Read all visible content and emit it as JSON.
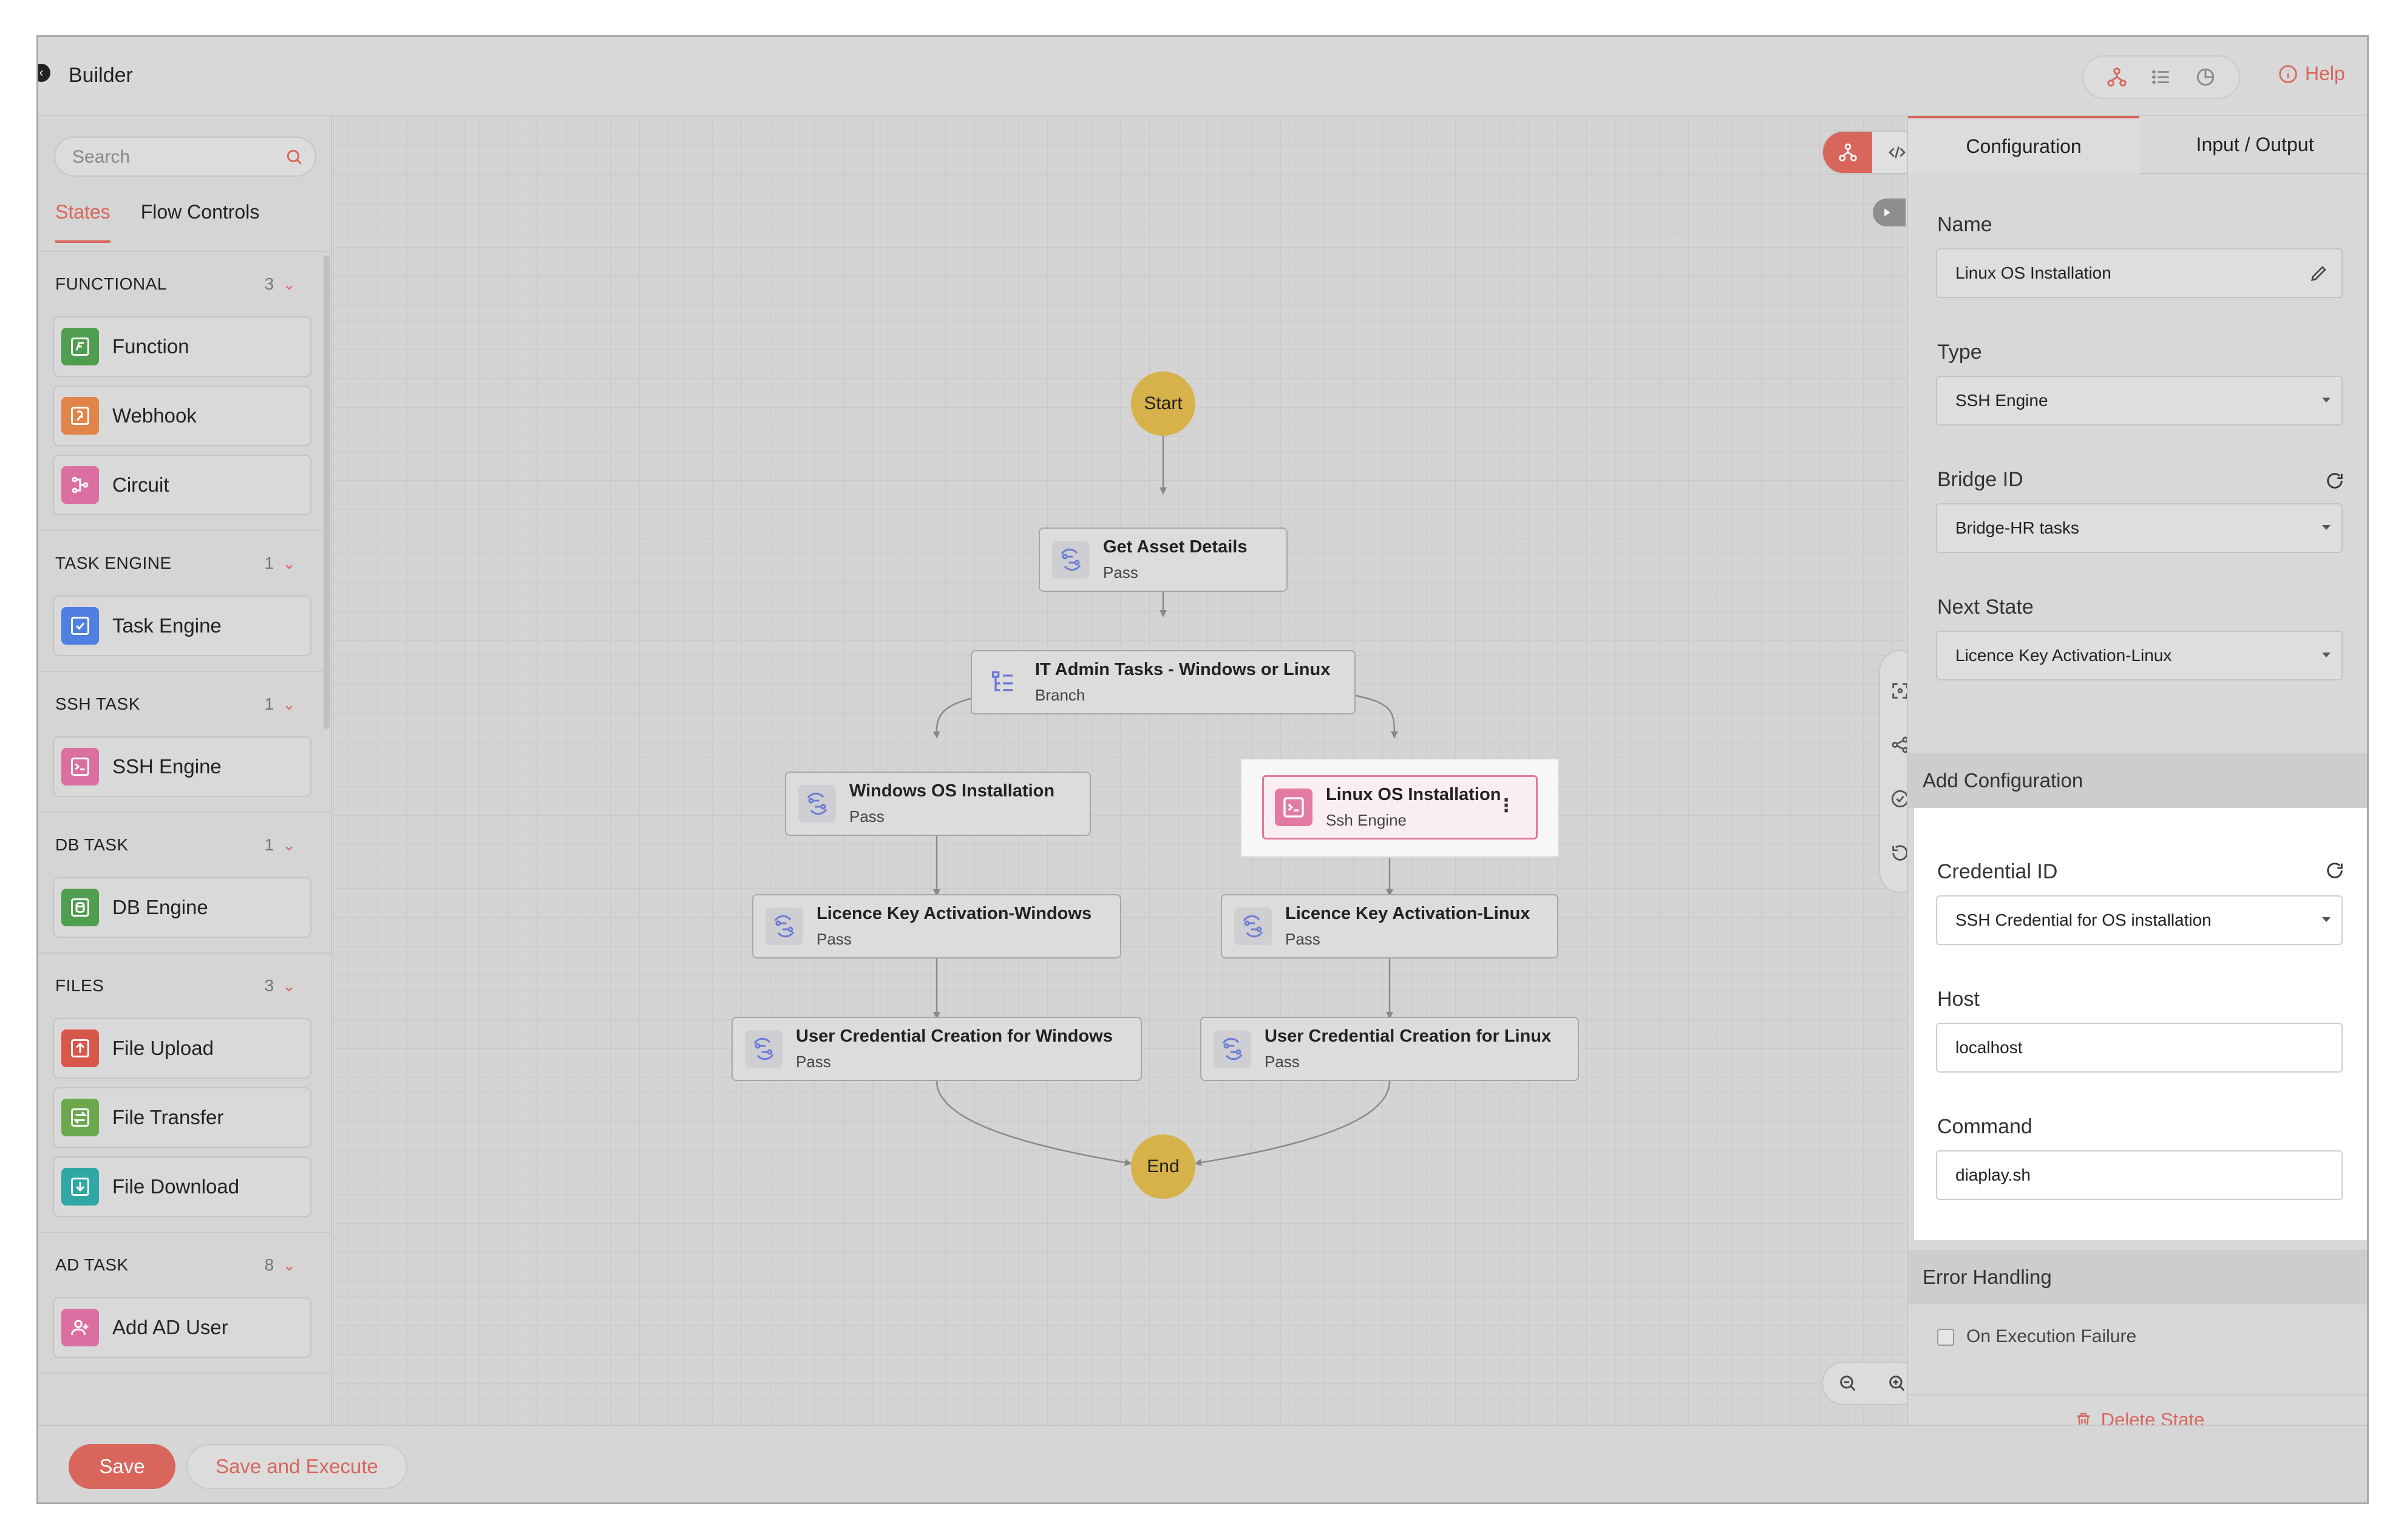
{
  "header": {
    "title": "Builder",
    "help_label": "Help"
  },
  "sidebar": {
    "search": {
      "placeholder": "Search"
    },
    "tabs": [
      {
        "label": "States"
      },
      {
        "label": "Flow Controls"
      }
    ],
    "categories": [
      {
        "title": "FUNCTIONAL",
        "count": "3",
        "items": [
          {
            "label": "Function",
            "color": "#4f9d4f"
          },
          {
            "label": "Webhook",
            "color": "#e0844a"
          },
          {
            "label": "Circuit",
            "color": "#dc6fa1"
          }
        ]
      },
      {
        "title": "TASK ENGINE",
        "count": "1",
        "items": [
          {
            "label": "Task Engine",
            "color": "#4f7fe0"
          }
        ]
      },
      {
        "title": "SSH TASK",
        "count": "1",
        "items": [
          {
            "label": "SSH Engine",
            "color": "#dc6fa1"
          }
        ]
      },
      {
        "title": "DB TASK",
        "count": "1",
        "items": [
          {
            "label": "DB Engine",
            "color": "#4f9d4f"
          }
        ]
      },
      {
        "title": "FILES",
        "count": "3",
        "items": [
          {
            "label": "File Upload",
            "color": "#d8574b"
          },
          {
            "label": "File Transfer",
            "color": "#6aa74d"
          },
          {
            "label": "File Download",
            "color": "#2fa7a3"
          }
        ]
      },
      {
        "title": "AD TASK",
        "count": "8",
        "items": [
          {
            "label": "Add AD User",
            "color": "#dc6fa1"
          }
        ]
      }
    ]
  },
  "canvas": {
    "start_label": "Start",
    "end_label": "End",
    "nodes": {
      "get_asset": {
        "title": "Get Asset Details",
        "sub": "Pass"
      },
      "branch": {
        "title": "IT Admin Tasks - Windows or Linux",
        "sub": "Branch"
      },
      "win_os": {
        "title": "Windows OS Installation",
        "sub": "Pass"
      },
      "linux_os": {
        "title": "Linux OS Installation",
        "sub": "Ssh Engine"
      },
      "lic_win": {
        "title": "Licence Key Activation-Windows",
        "sub": "Pass"
      },
      "lic_linux": {
        "title": "Licence Key Activation-Linux",
        "sub": "Pass"
      },
      "user_win": {
        "title": "User Credential Creation for Windows",
        "sub": "Pass"
      },
      "user_linux": {
        "title": "User Credential Creation for Linux",
        "sub": "Pass"
      }
    }
  },
  "config": {
    "tabs": [
      {
        "label": "Configuration"
      },
      {
        "label": "Input / Output"
      }
    ],
    "name": {
      "label": "Name",
      "value": "Linux OS Installation"
    },
    "type": {
      "label": "Type",
      "value": "SSH Engine"
    },
    "bridge": {
      "label": "Bridge ID",
      "value": "Bridge-HR tasks"
    },
    "next_state": {
      "label": "Next State",
      "value": "Licence Key Activation-Linux"
    },
    "add_config_title": "Add Configuration",
    "credential": {
      "label": "Credential ID",
      "value": "SSH Credential for OS installation"
    },
    "host": {
      "label": "Host",
      "value": "localhost"
    },
    "command": {
      "label": "Command",
      "value": "diaplay.sh"
    },
    "error_handling_title": "Error Handling",
    "on_failure_label": "On Execution Failure",
    "delete_label": "Delete State"
  },
  "footer": {
    "save_label": "Save",
    "save_execute_label": "Save and Execute"
  },
  "colors": {
    "accent": "#d8665c",
    "start_end": "#d7b14a",
    "selected_border": "#e07aa0"
  }
}
